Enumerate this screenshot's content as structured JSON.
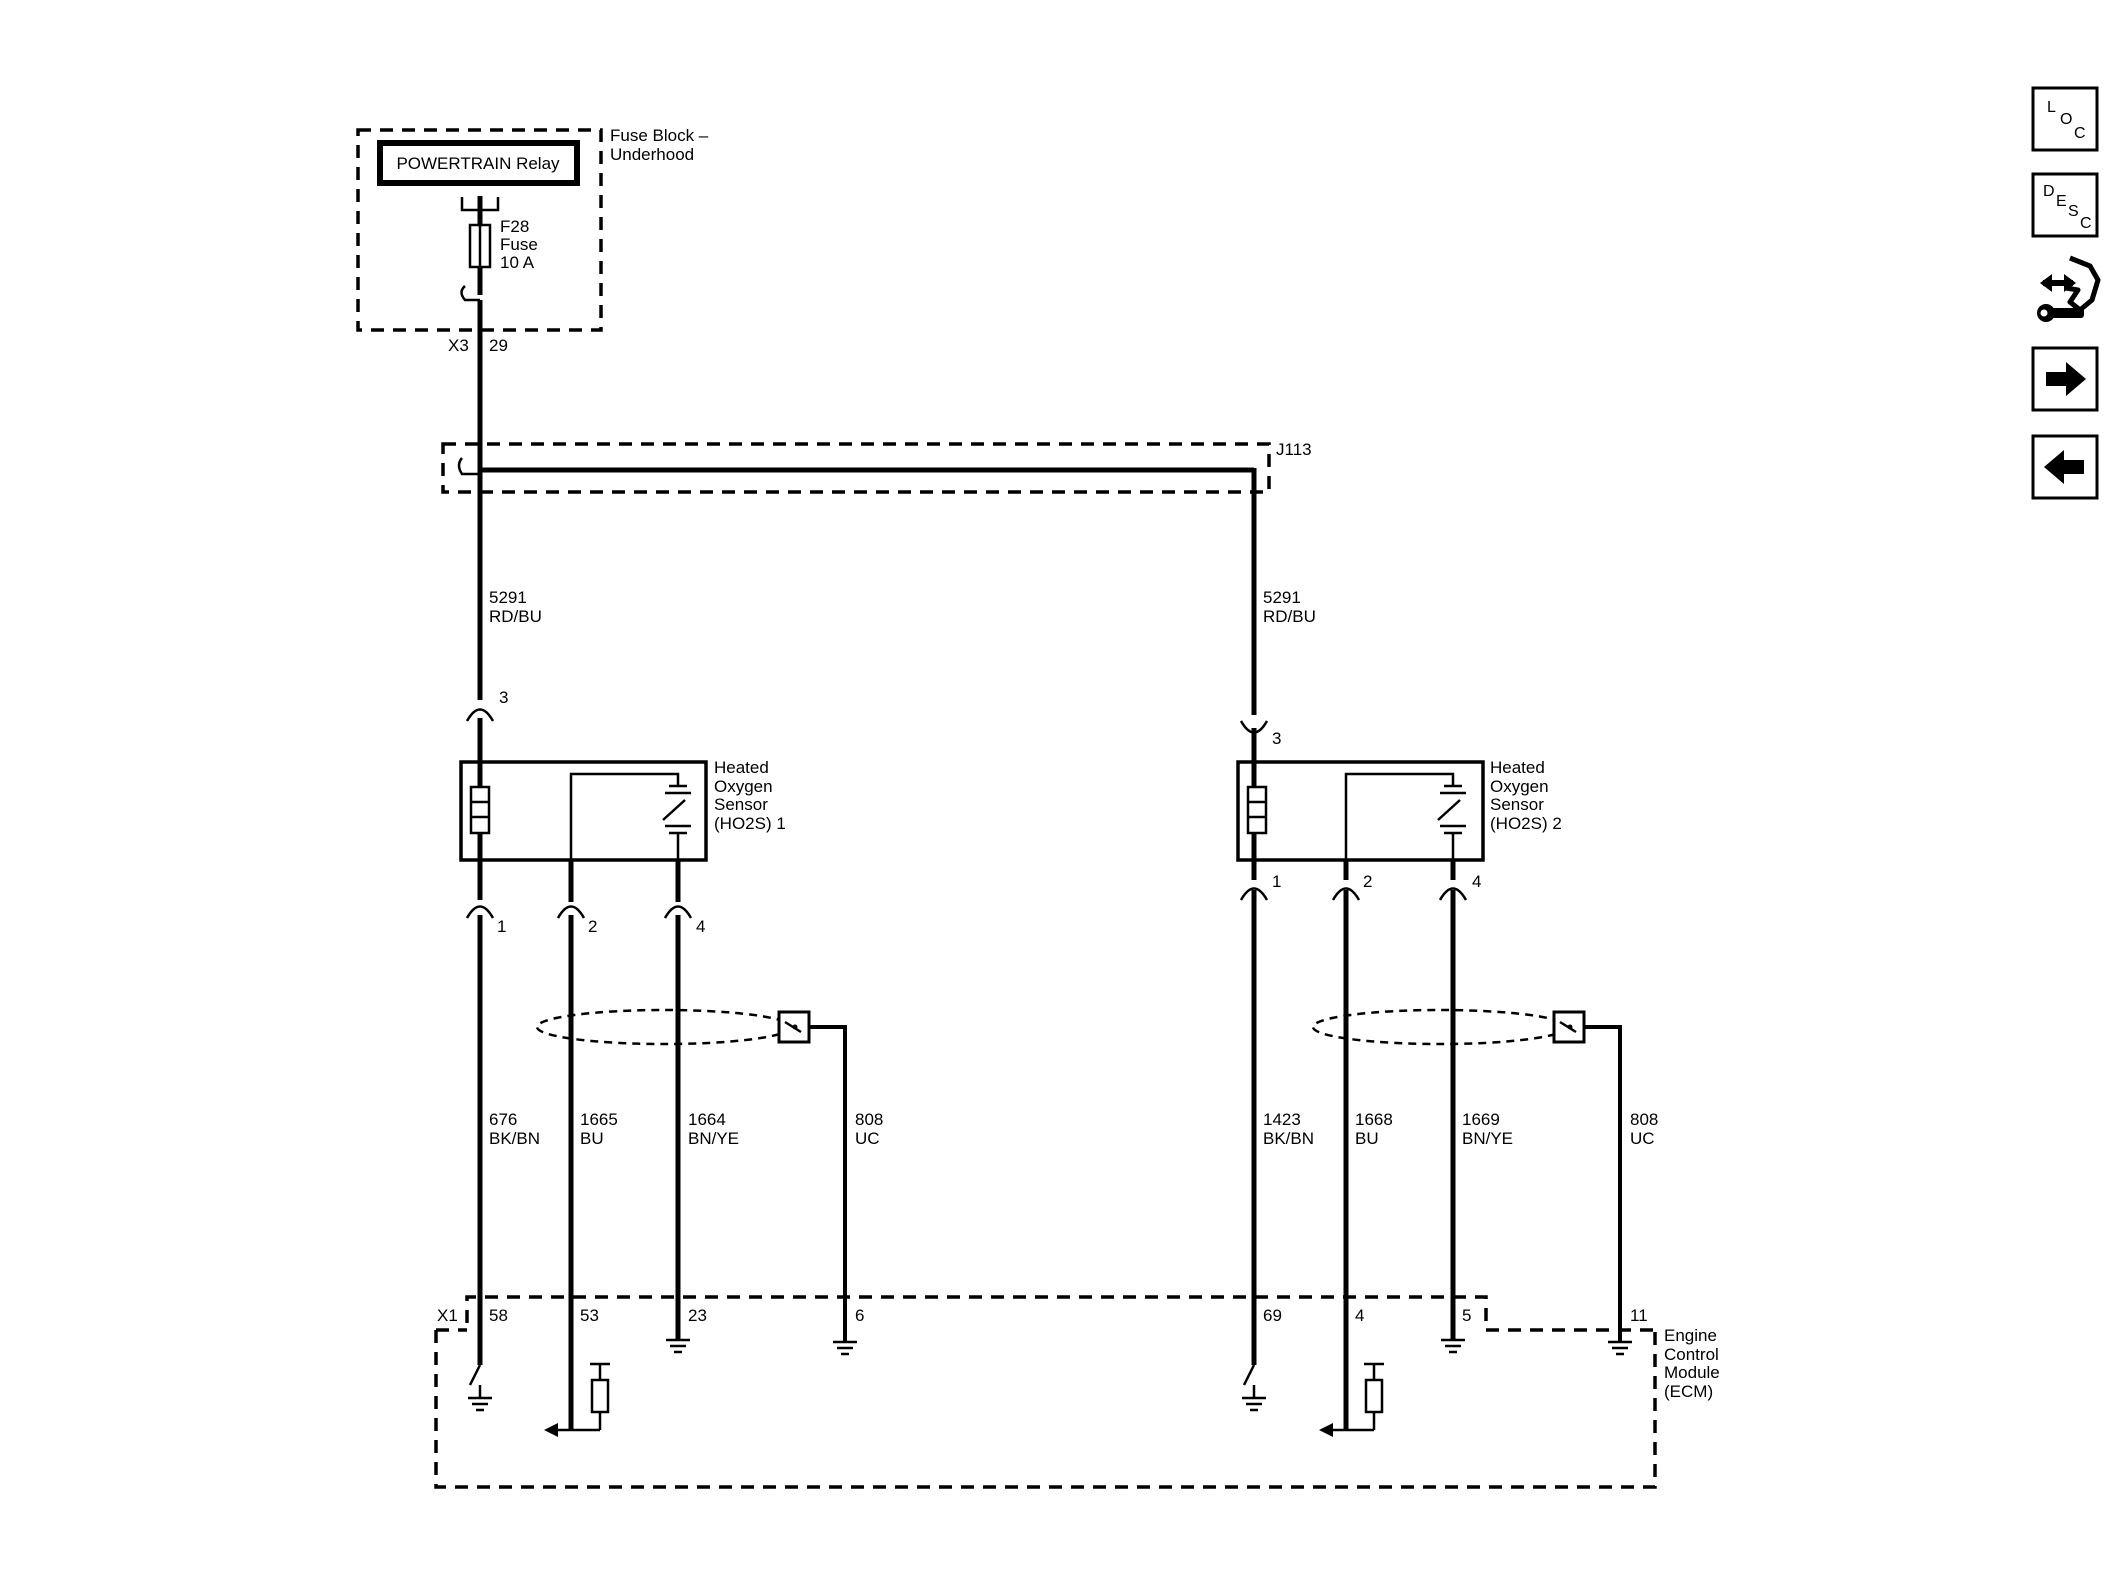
{
  "fuse_block": {
    "title_line1": "Fuse Block –",
    "title_line2": "Underhood",
    "relay": "POWERTRAIN Relay",
    "fuse_name": "F28",
    "fuse_type": "Fuse",
    "fuse_rating": "10 A",
    "connector": "X3",
    "pin": "29"
  },
  "splice": {
    "label": "J113"
  },
  "sensor1": {
    "name": [
      "Heated",
      "Oxygen",
      "Sensor",
      "(HO2S) 1"
    ],
    "supply_pin": "3",
    "supply_circuit": "5291",
    "supply_color": "RD/BU",
    "pins": [
      "1",
      "2",
      "4"
    ],
    "circuits": [
      {
        "num": "676",
        "color": "BK/BN"
      },
      {
        "num": "1665",
        "color": "BU"
      },
      {
        "num": "1664",
        "color": "BN/YE"
      },
      {
        "num": "808",
        "color": "UC"
      }
    ],
    "ecm_pins": [
      "58",
      "53",
      "23",
      "6"
    ]
  },
  "sensor2": {
    "name": [
      "Heated",
      "Oxygen",
      "Sensor",
      "(HO2S) 2"
    ],
    "supply_pin": "3",
    "supply_circuit": "5291",
    "supply_color": "RD/BU",
    "pins": [
      "1",
      "2",
      "4"
    ],
    "circuits": [
      {
        "num": "1423",
        "color": "BK/BN"
      },
      {
        "num": "1668",
        "color": "BU"
      },
      {
        "num": "1669",
        "color": "BN/YE"
      },
      {
        "num": "808",
        "color": "UC"
      }
    ],
    "ecm_pins": [
      "69",
      "4",
      "5",
      "11"
    ]
  },
  "ecm": {
    "connector": "X1",
    "name": [
      "Engine",
      "Control",
      "Module",
      "(ECM)"
    ]
  },
  "nav": {
    "loc": [
      "L",
      "O",
      "C"
    ],
    "desc": [
      "D",
      "E",
      "S",
      "C"
    ],
    "icons": [
      "loc-icon",
      "desc-icon",
      "connector-tool-icon",
      "arrow-right-icon",
      "arrow-left-icon"
    ]
  }
}
